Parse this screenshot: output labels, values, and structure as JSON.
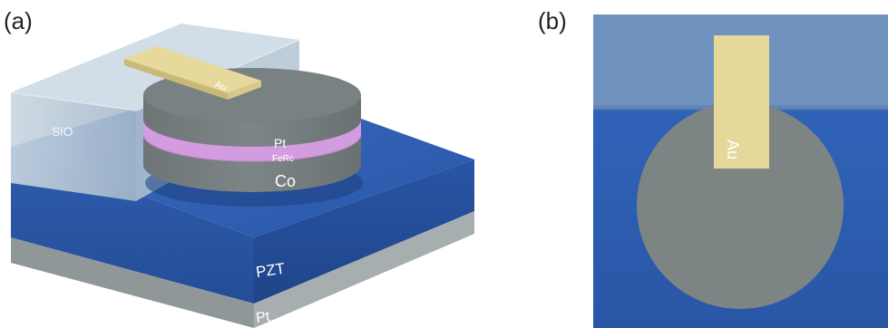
{
  "panels": {
    "a": {
      "label": "(a)",
      "layers": {
        "au": "Au",
        "sio": "SiO",
        "pt_top": "Pt",
        "fe": "FeRc",
        "co": "Co",
        "pzt": "PZT",
        "pt_bottom": "Pt"
      }
    },
    "b": {
      "label": "(b)",
      "layers": {
        "au": "Au"
      }
    }
  },
  "colors": {
    "pzt": "#2c5bb0",
    "sio": "#a9bfd1",
    "disk": "#7d8484",
    "fe_layer": "#d79be0",
    "au": "#e6d79a",
    "pt_base": "#9aa3a6"
  }
}
